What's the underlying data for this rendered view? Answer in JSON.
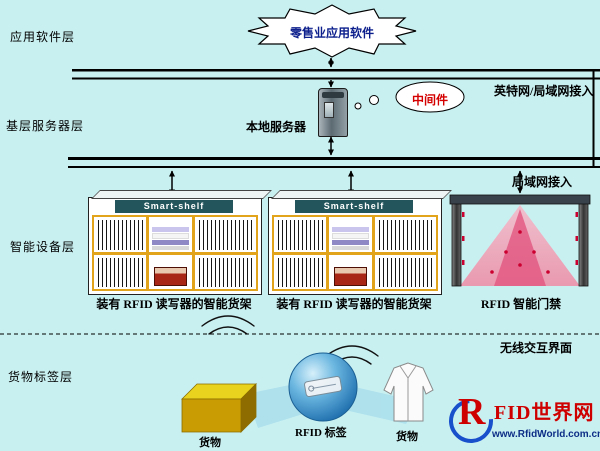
{
  "layers": {
    "application": "应用软件层",
    "base_server": "基层服务器层",
    "smart_device": "智能设备层",
    "goods_tag": "货物标签层"
  },
  "application_layer": {
    "software_cloud": "零售业应用软件"
  },
  "network": {
    "internet_access": "英特网/局域网接入",
    "lan_access": "局域网接入",
    "wireless_interface": "无线交互界面"
  },
  "server_layer": {
    "local_server": "本地服务器",
    "middleware": "中间件"
  },
  "device_layer": {
    "shelf_header": "Smart-shelf",
    "shelf_caption": "装有 RFID 读写器的智能货架",
    "gate_caption": "RFID 智能门禁"
  },
  "tag_layer": {
    "box_label": "货物",
    "tag_label": "RFID 标签",
    "garment_label": "货物"
  },
  "logo": {
    "initial": "R",
    "name": "FID世界网",
    "url": "www.RfidWorld.com.cn"
  },
  "colors": {
    "background": "#c9f0f1",
    "bus_line": "#000000",
    "beam_pink": "#ef8aa4",
    "box_yellow": "#c99c04",
    "sphere_blue": "#2a76b4",
    "shelf_band": "#23565c",
    "shelf_frame_orange": "#e2a41a",
    "middleware_red": "#d40000",
    "logo_red": "#cf0000",
    "logo_blue": "#1850cc"
  }
}
